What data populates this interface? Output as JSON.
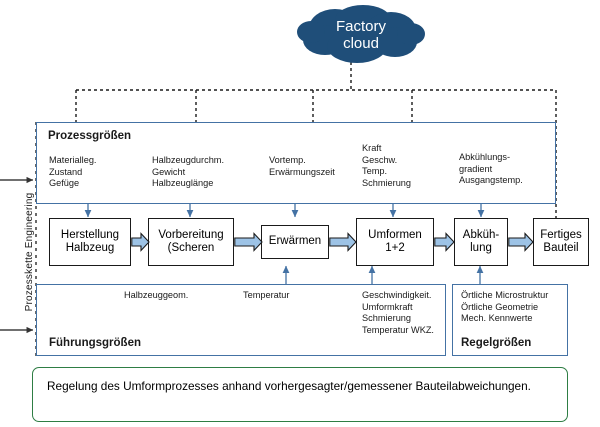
{
  "cloud": {
    "label_line1": "Factory",
    "label_line2": "cloud",
    "color": "#1F4E79"
  },
  "side_label": {
    "text": "Prozesskette Engineering"
  },
  "process_group": {
    "title": "Prozessgrößen",
    "items": [
      {
        "name": "item-material",
        "text": "Materialleg.\nZustand\nGefüge"
      },
      {
        "name": "item-halbzeug",
        "text": "Halbzeugdurchm.\nGewicht\nHalbzeuglänge"
      },
      {
        "name": "item-vortemp",
        "text": "Vortemp.\nErwärmungszeit"
      },
      {
        "name": "item-kraft",
        "text": "Kraft\nGeschw.\nTemp.\nSchmierung"
      },
      {
        "name": "item-abkuehlung",
        "text": "Abkühlungs-\ngradient\nAusgangstemp."
      }
    ]
  },
  "chain": {
    "boxes": [
      {
        "name": "box-herstellung",
        "label": "Herstellung\nHalbzeug"
      },
      {
        "name": "box-vorbereitung",
        "label": "Vorbereitung\n(Scheren"
      },
      {
        "name": "box-erwaermen",
        "label": "Erwärmen"
      },
      {
        "name": "box-umformen",
        "label": "Umformen\n1+2"
      },
      {
        "name": "box-abkuehlung",
        "label": "Abküh-\nlung"
      },
      {
        "name": "box-fertiges-bauteil",
        "label": "Fertiges\nBauteil"
      }
    ],
    "arrow_color": "#9DC3E6"
  },
  "guide_group": {
    "title": "Führungsgrößen",
    "items": [
      {
        "name": "guide-halbzeuggeom",
        "text": "Halbzeuggeom."
      },
      {
        "name": "guide-temperatur",
        "text": "Temperatur"
      },
      {
        "name": "guide-umformen",
        "text": "Geschwindigkeit.\nUmformkraft\nSchmierung\nTemperatur WKZ."
      }
    ]
  },
  "control_group": {
    "title": "Regelgrößen",
    "items": [
      {
        "name": "control-values",
        "text": "Örtliche Microstruktur\nÖrtliche Geometrie\nMech. Kennwerte"
      }
    ]
  },
  "caption": {
    "text": "Regelung des Umformprozesses anhand vorhergesagter/gemessener Bauteilabweichungen.",
    "border_color": "#2e7d44"
  }
}
